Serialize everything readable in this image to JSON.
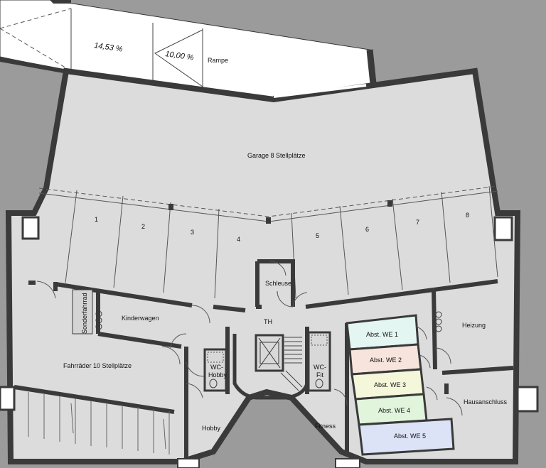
{
  "ramp": {
    "slope_1": "14,53 %",
    "slope_2": "10,00 %",
    "label": "Rampe"
  },
  "garage": {
    "label": "Garage 8 Stellplätze",
    "spaces": [
      "1",
      "2",
      "3",
      "4",
      "5",
      "6",
      "7",
      "8"
    ]
  },
  "rooms": {
    "schleuse": "Schleuse",
    "th": "TH",
    "sonderfahrrad": "Sonderfahrrad",
    "kinderwagen": "Kinderwagen",
    "fahrraeder": "Fahrräder 10  Stellplätze",
    "wc_hobby": [
      "WC-",
      "Hobby"
    ],
    "wc_fit": [
      "WC-",
      "Fit"
    ],
    "hobby": "Hobby",
    "fitness": "Fitness",
    "heizung": "Heizung",
    "hausanschluss": "Hausanschluss"
  },
  "storage": [
    {
      "label": "Abst. WE 1",
      "color": "#e3f6f2"
    },
    {
      "label": "Abst. WE 2",
      "color": "#f7e4dc"
    },
    {
      "label": "Abst. WE 3",
      "color": "#f4f7da"
    },
    {
      "label": "Abst. WE 4",
      "color": "#e1f5dd"
    },
    {
      "label": "Abst. WE 5",
      "color": "#dde3f7"
    }
  ],
  "colors": {
    "background": "#9b9b9b",
    "floor": "#dcdcdc",
    "wall": "#3a3a3a",
    "ramp_floor": "#ffffff"
  }
}
